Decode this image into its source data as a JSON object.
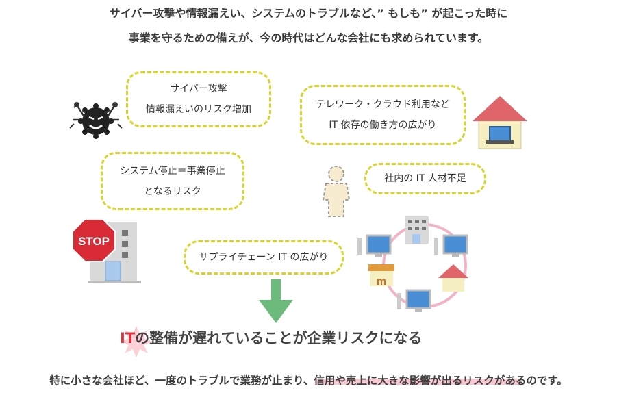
{
  "intro": {
    "line1": "サイバー攻撃や情報漏えい、システムのトラブルなど、” もしも” が起こった時に",
    "line2": "事業を守るための備えが、今の時代はどんな会社にも求められています。"
  },
  "bubbles": {
    "cyber": {
      "line1": "サイバー攻撃",
      "line2": "情報漏えいのリスク増加"
    },
    "telework": {
      "line1": "テレワーク・クラウド利用など",
      "line2": "IT 依存の働き方の広がり"
    },
    "system": {
      "line1": "システム停止＝事業停止",
      "line2": "となるリスク"
    },
    "staff": {
      "line1": "社内の IT 人材不足"
    },
    "supply": {
      "line1": "サプライチェーン IT の広がり"
    }
  },
  "stop_sign": "STOP",
  "headline": {
    "it": "IT",
    "rest": "の整備が遅れていることが企業リスクになる"
  },
  "bottom_note": "特に小さな会社ほど、一度のトラブルで業務が止まり、信用や売上に大きな影響が出るリスクがあるのです。",
  "colors": {
    "bubble_border": "#d9d428",
    "arrow": "#6dbb7c",
    "it_red": "#e0343c",
    "burst": "#fbd0d6",
    "house_roof": "#e0656a",
    "house_wall": "#f6efc2",
    "stop": "#d92b36",
    "building": "#d9d9d9",
    "monitor": "#4a8fd6",
    "ring": "#f3b3c6"
  },
  "icons": [
    "virus-icon",
    "house-laptop-icon",
    "person-outline-icon",
    "stop-sign-icon",
    "building-icon",
    "network-ring-icon",
    "down-arrow-icon",
    "burst-icon"
  ]
}
